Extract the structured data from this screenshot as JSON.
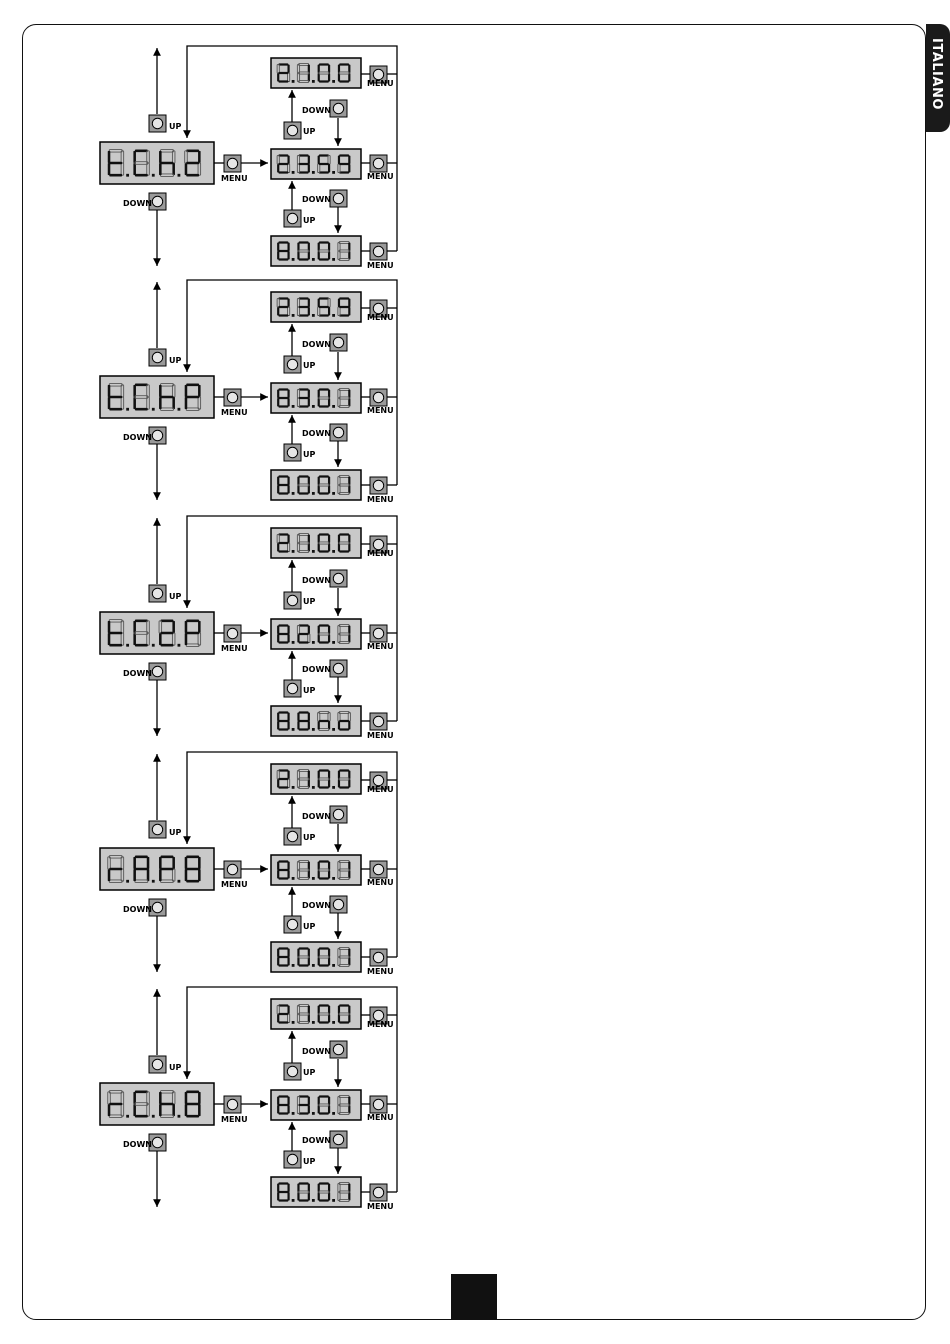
{
  "side_tab": {
    "label": "ITALIANO"
  },
  "labels": {
    "up": "UP",
    "down": "DOWN",
    "menu": "MENU"
  },
  "blocks": [
    {
      "main": "t.C.h.2",
      "top": "2.1.0.0",
      "mid": "2.3.5.9",
      "bottom": "8.0.0.1"
    },
    {
      "main": "t.C.h.P",
      "top": "2.3.5.9",
      "mid": "8.3.0.1",
      "bottom": "8.0.0.1"
    },
    {
      "main": "t.C.2.P",
      "top": "2.1.0.0",
      "mid": "8.2.0.1",
      "bottom": "8.8.n.o"
    },
    {
      "main": "r.A.P.8",
      "top": "2.1.0.0",
      "mid": "8.1.0.1",
      "bottom": "8.0.0.1"
    },
    {
      "main": "r.C.h.8",
      "top": "2.1.0.0",
      "mid": "8.3.0.1",
      "bottom": "8.0.0.1"
    }
  ]
}
